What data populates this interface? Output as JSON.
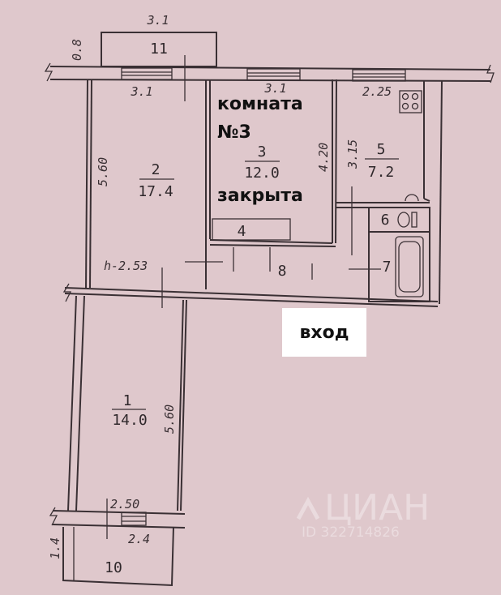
{
  "rooms": {
    "r1": {
      "number": "1",
      "area": "14.0"
    },
    "r2": {
      "number": "2",
      "area": "17.4"
    },
    "r3": {
      "number": "3",
      "area": "12.0"
    },
    "r4": {
      "number": "4"
    },
    "r5": {
      "number": "5",
      "area": "7.2"
    },
    "r6": {
      "number": "6"
    },
    "r7": {
      "number": "7"
    },
    "r8": {
      "number": "8"
    },
    "r10": {
      "number": "10"
    },
    "r11": {
      "number": "11"
    }
  },
  "dimensions": {
    "balcony11_top": "3.1",
    "balcony11_depth": "0.8",
    "room2_width": "3.1",
    "room2_length": "5.60",
    "room3_width": "3.1",
    "room3_length": "4.20",
    "kitchen_width": "2.25",
    "kitchen_length": "3.15",
    "ceiling_height": "h-2.53",
    "room1_length": "5.60",
    "room1_window": "2.50",
    "balcony10_width": "2.4",
    "balcony10_depth": "1.4"
  },
  "overlay": {
    "room3_line1": "комната",
    "room3_line2": "№3",
    "room3_status": "закрыта",
    "entrance": "вход"
  },
  "watermark": {
    "brand": "ЦИАН",
    "id": "ID 322714826"
  }
}
